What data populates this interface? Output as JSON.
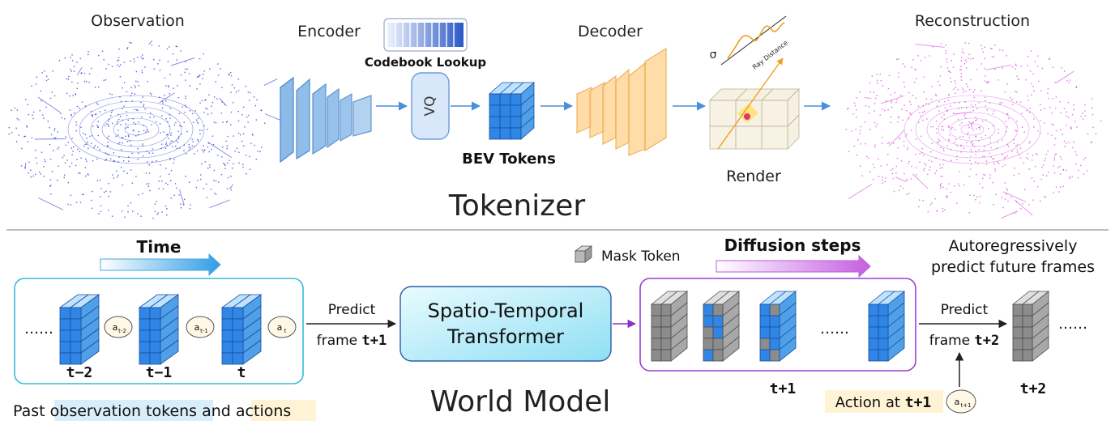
{
  "tokenizer": {
    "observation_label": "Observation",
    "encoder_label": "Encoder",
    "codebook_label": "Codebook Lookup",
    "vq_label": "VQ",
    "bev_tokens_label": "BEV Tokens",
    "decoder_label": "Decoder",
    "sigma_label": "σ",
    "ray_distance_label": "Ray Distance",
    "render_label": "Render",
    "reconstruction_label": "Reconstruction",
    "section_title": "Tokenizer"
  },
  "world_model": {
    "time_label": "Time",
    "mask_token_label": "Mask Token",
    "diffusion_label": "Diffusion steps",
    "autoregressive_line1": "Autoregressively",
    "autoregressive_line2": "predict future frames",
    "ellipsis": "……",
    "past_actions": [
      {
        "main": "a",
        "sub": "t-2"
      },
      {
        "main": "a",
        "sub": "t-1"
      },
      {
        "main": "a",
        "sub": "t"
      }
    ],
    "past_frame_labels": [
      "t−2",
      "t−1",
      "t"
    ],
    "predict1_line1": "Predict",
    "predict1_line2_pre": "frame ",
    "predict1_line2_mono": "t+1",
    "transformer_line1": "Spatio-Temporal",
    "transformer_line2": "Transformer",
    "diffusion_frame_label": "t+1",
    "predict2_line1": "Predict",
    "predict2_line2_pre": "frame ",
    "predict2_line2_mono": "t+2",
    "action_pre": "Action at ",
    "action_mono": "t+1",
    "next_action": {
      "main": "a",
      "sub": "t+1"
    },
    "future_frame_label": "t+2",
    "footer_pre": "Past ",
    "footer_obs": "observation tokens",
    "footer_mid": " and ",
    "footer_act": "actions",
    "section_title": "World Model"
  },
  "colors": {
    "blue_point": "#2a2fd0",
    "magenta_point": "#d63ce0",
    "cube_blue": "#2f86e6",
    "cube_gray": "#8c8c8c",
    "teal_border": "#38bcd6",
    "purple_border": "#9b3fd6",
    "arrow_blue": "#4a8fd9",
    "encoder_fill": "#8cbbe8",
    "decoder_fill": "#ffd79a",
    "obs_highlight": "#d8eefb",
    "act_highlight": "#fff3d6"
  }
}
